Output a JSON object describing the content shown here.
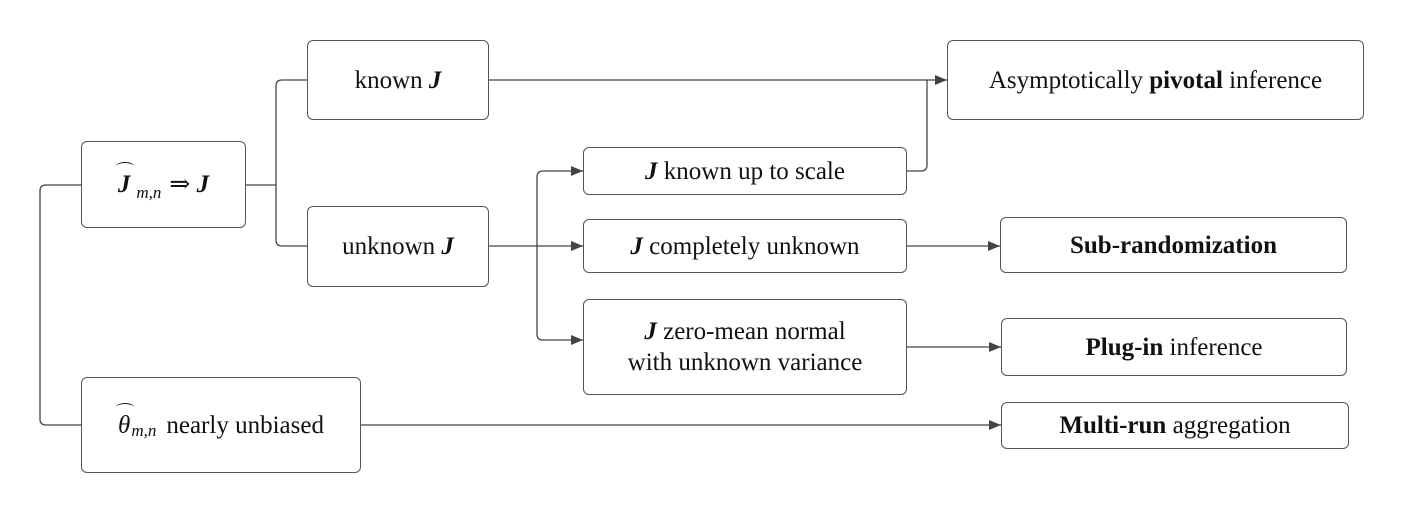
{
  "nodes": {
    "root": {
      "symbol": "J",
      "subscript": "m,n",
      "arrow": "⇒",
      "target": "J"
    },
    "known": {
      "text": "known",
      "symbol": "J"
    },
    "unknown": {
      "text": "unknown",
      "symbol": "J"
    },
    "theta": {
      "symbol": "θ",
      "subscript": "m,n",
      "text": "nearly unbiased"
    },
    "scale": {
      "symbol": "J",
      "text": "known up to scale"
    },
    "completely": {
      "symbol": "J",
      "text": "completely unknown"
    },
    "zero_mean": {
      "symbol": "J",
      "line1": "zero-mean normal",
      "line2": "with unknown variance"
    },
    "pivotal": {
      "pre": "Asymptotically",
      "bold": "pivotal",
      "post": "inference"
    },
    "subrandom": {
      "bold": "Sub-randomization"
    },
    "plugin": {
      "bold": "Plug-in",
      "post": "inference"
    },
    "multirun": {
      "bold": "Multi-run",
      "post": "aggregation"
    }
  },
  "edges": [
    [
      "root",
      "known"
    ],
    [
      "root",
      "unknown"
    ],
    [
      "root",
      "theta"
    ],
    [
      "known",
      "pivotal"
    ],
    [
      "unknown",
      "scale"
    ],
    [
      "unknown",
      "completely"
    ],
    [
      "unknown",
      "zero_mean"
    ],
    [
      "scale",
      "pivotal"
    ],
    [
      "completely",
      "subrandom"
    ],
    [
      "zero_mean",
      "plugin"
    ],
    [
      "theta",
      "multirun"
    ]
  ],
  "colors": {
    "line": "#444444",
    "border": "#555555"
  }
}
